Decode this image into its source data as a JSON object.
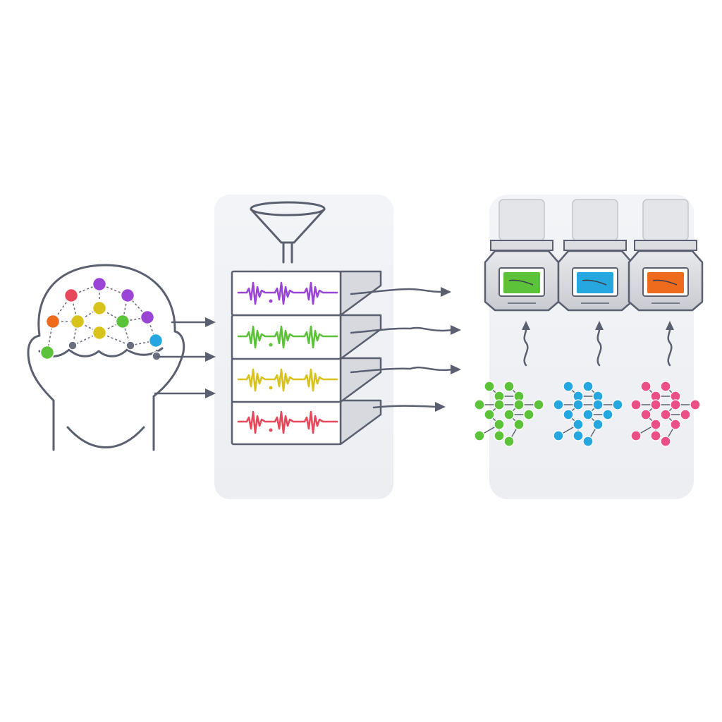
{
  "colors": {
    "outline": "#5b6070",
    "panel": "#f1f2f5",
    "purple": "#9b45d6",
    "green": "#5cc23a",
    "yellow": "#d8c21c",
    "red": "#e8485b",
    "blue": "#27a7e0",
    "orange": "#ee6a1c",
    "pink": "#ea4f86",
    "gray": "#6b7080"
  },
  "brain_nodes": [
    "red",
    "purple",
    "purple",
    "orange",
    "yellow",
    "yellow",
    "green",
    "purple",
    "green",
    "gray",
    "yellow",
    "gray",
    "blue",
    "gray"
  ],
  "filter_layers": [
    {
      "signal": "purple"
    },
    {
      "signal": "green"
    },
    {
      "signal": "yellow"
    },
    {
      "signal": "red"
    }
  ],
  "outputs": [
    {
      "screen": "green",
      "cluster": "green"
    },
    {
      "screen": "blue",
      "cluster": "blue"
    },
    {
      "screen": "orange",
      "cluster": "pink"
    }
  ]
}
